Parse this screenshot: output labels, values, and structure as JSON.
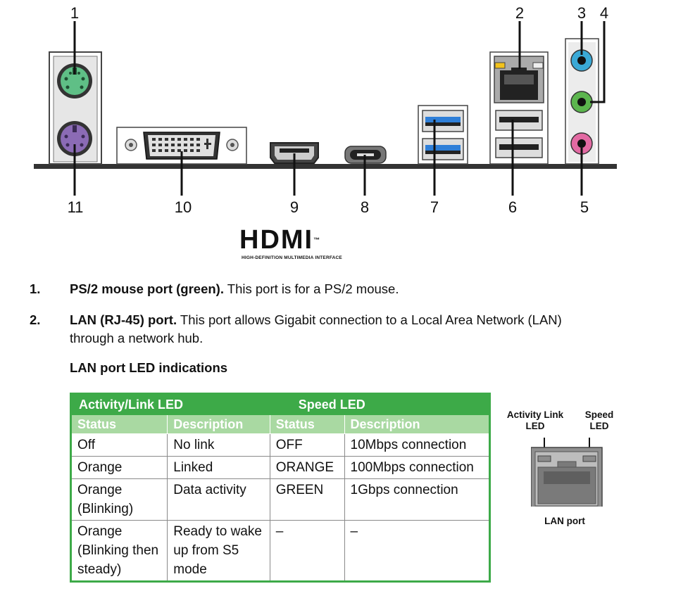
{
  "diagram": {
    "port_numbers_top": [
      "1",
      "2",
      "3",
      "4"
    ],
    "port_numbers_bottom": [
      "11",
      "10",
      "9",
      "8",
      "7",
      "6",
      "5"
    ]
  },
  "hdmi_logo": {
    "wordmark": "HDMI",
    "trademark": "™",
    "tagline": "HIGH-DEFINITION MULTIMEDIA INTERFACE"
  },
  "items": [
    {
      "number": "1.",
      "title": "PS/2 mouse port (green).",
      "text": " This port is for a PS/2 mouse."
    },
    {
      "number": "2.",
      "title": "LAN (RJ-45) port.",
      "text": " This port allows Gigabit connection to a Local Area Network (LAN)",
      "text_line2": "through a network hub."
    }
  ],
  "led_section": {
    "heading": "LAN port LED indications",
    "table": {
      "group_headers": [
        "Activity/Link LED",
        "Speed LED"
      ],
      "column_headers": [
        "Status",
        "Description",
        "Status",
        "Description"
      ],
      "rows": [
        [
          "Off",
          "No link",
          "OFF",
          "10Mbps connection"
        ],
        [
          "Orange",
          "Linked",
          "ORANGE",
          "100Mbps connection"
        ],
        [
          "Orange (Blinking)",
          "Data activity",
          "GREEN",
          "1Gbps connection"
        ],
        [
          "Orange (Blinking then steady)",
          "Ready to wake up from S5 mode",
          "–",
          "–"
        ]
      ]
    }
  },
  "lan_port_figure": {
    "activity_label": "Activity Link LED",
    "speed_label": "Speed LED",
    "caption": "LAN port"
  },
  "colors": {
    "table_green": "#3daa48",
    "table_subheader": "#a9d9a2",
    "ps2_mouse": "#5fbf86",
    "ps2_keyboard": "#8b6bb5",
    "audio_blue": "#3aa9d6",
    "audio_green": "#5cb54e",
    "audio_pink": "#e36aa3",
    "usb3_blue": "#2f7fd8",
    "led_yellow": "#f2c21b"
  }
}
